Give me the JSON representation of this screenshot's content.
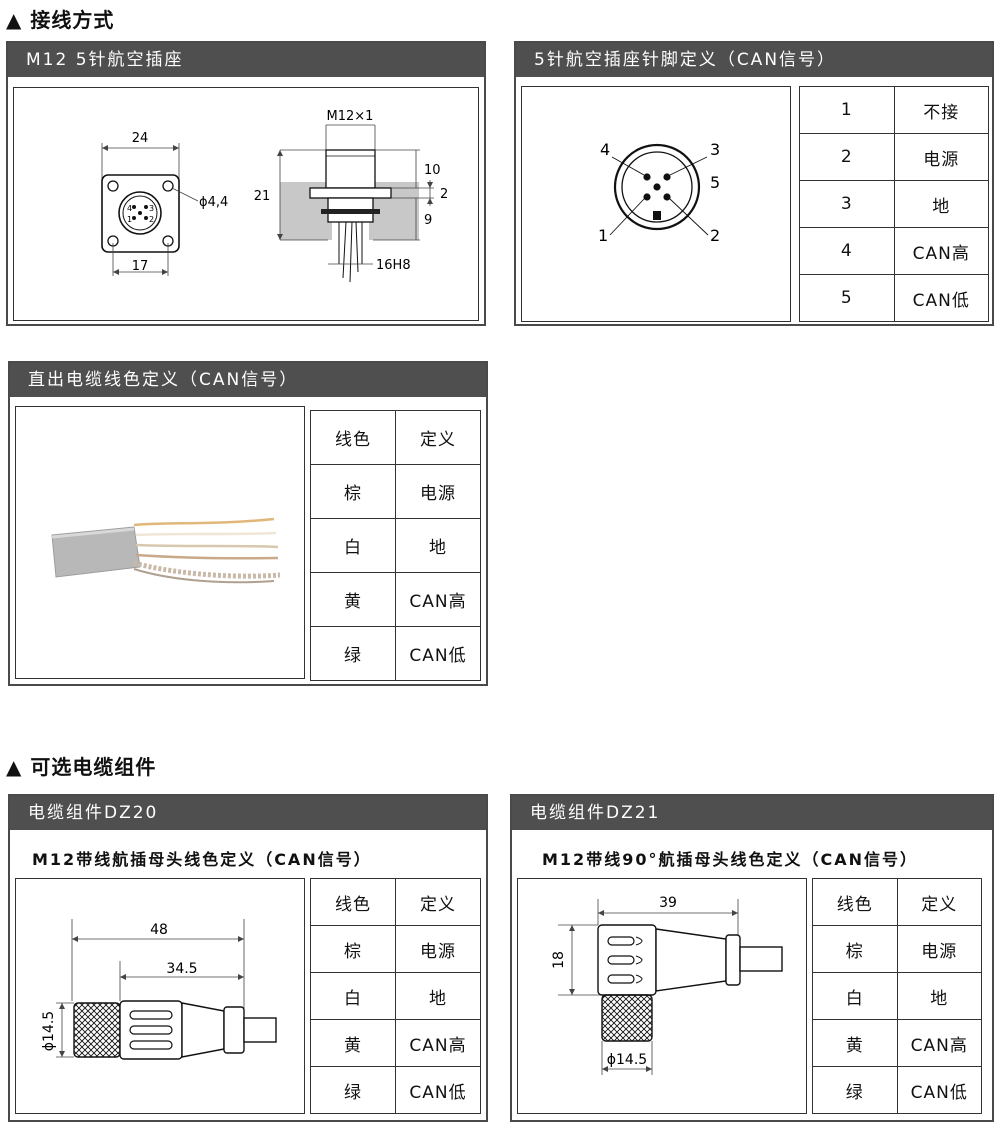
{
  "sections": {
    "wiring": "▲ 接线方式",
    "optional_cables": "▲ 可选电缆组件"
  },
  "connector_panel": {
    "title": "M12   5针航空插座",
    "dims": {
      "width_24": "24",
      "hole": "ϕ4,4",
      "inner_17": "17",
      "thread": "M12×1",
      "height_21": "21",
      "d10": "10",
      "d2": "2",
      "d9": "9",
      "bore": "16H8"
    },
    "face_pins": [
      "4",
      "3",
      "1",
      "2"
    ]
  },
  "pin_panel": {
    "title": "5针航空插座针脚定义（CAN信号）",
    "pin_labels": [
      "4",
      "3",
      "5",
      "1",
      "2"
    ],
    "rows": [
      {
        "pin": "1",
        "def": "不接"
      },
      {
        "pin": "2",
        "def": "电源"
      },
      {
        "pin": "3",
        "def": "地"
      },
      {
        "pin": "4",
        "def": "CAN高"
      },
      {
        "pin": "5",
        "def": "CAN低"
      }
    ]
  },
  "cable_panel": {
    "title": "直出电缆线色定义（CAN信号）",
    "header": {
      "color": "线色",
      "def": "定义"
    },
    "rows": [
      {
        "color": "棕",
        "def": "电源"
      },
      {
        "color": "白",
        "def": "地"
      },
      {
        "color": "黄",
        "def": "CAN高"
      },
      {
        "color": "绿",
        "def": "CAN低"
      }
    ]
  },
  "dz20_panel": {
    "title": "电缆组件DZ20",
    "subtitle": "M12带线航插母头线色定义（CAN信号）",
    "dims": {
      "length": "48",
      "body": "34.5",
      "dia": "ϕ14.5"
    },
    "header": {
      "color": "线色",
      "def": "定义"
    },
    "rows": [
      {
        "color": "棕",
        "def": "电源"
      },
      {
        "color": "白",
        "def": "地"
      },
      {
        "color": "黄",
        "def": "CAN高"
      },
      {
        "color": "绿",
        "def": "CAN低"
      }
    ]
  },
  "dz21_panel": {
    "title": "电缆组件DZ21",
    "subtitle": "M12带线90°航插母头线色定义（CAN信号）",
    "dims": {
      "length": "39",
      "height": "18",
      "dia": "ϕ14.5"
    },
    "header": {
      "color": "线色",
      "def": "定义"
    },
    "rows": [
      {
        "color": "棕",
        "def": "电源"
      },
      {
        "color": "白",
        "def": "地"
      },
      {
        "color": "黄",
        "def": "CAN高"
      },
      {
        "color": "绿",
        "def": "CAN低"
      }
    ]
  }
}
